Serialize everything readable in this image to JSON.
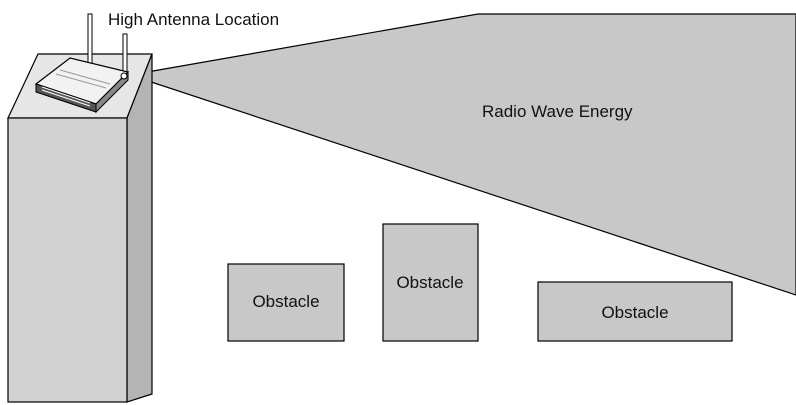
{
  "labels": {
    "antenna_location": "High Antenna Location",
    "radio_wave": "Radio Wave Energy"
  },
  "obstacles": [
    {
      "label": "Obstacle"
    },
    {
      "label": "Obstacle"
    },
    {
      "label": "Obstacle"
    }
  ],
  "colors": {
    "beam_fill": "#c8c8c8",
    "obstacle_fill": "#c8c8c8",
    "tower_front": "#d2d2d2",
    "tower_side": "#b4b4b4",
    "tower_top": "#e6e6e6",
    "stroke": "#000000"
  },
  "icons": {
    "router": "wireless-router-icon"
  }
}
